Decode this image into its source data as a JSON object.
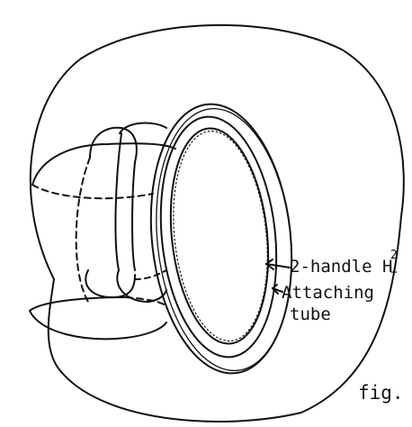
{
  "figure": {
    "labels": {
      "handle": "2-handle H",
      "handle_sup": "2",
      "handle_sub": "+",
      "attaching_line1": "Attaching",
      "attaching_line2": "tube",
      "fig": "fig."
    },
    "colors": {
      "ink": "#111111",
      "background": "#ffffff"
    }
  }
}
